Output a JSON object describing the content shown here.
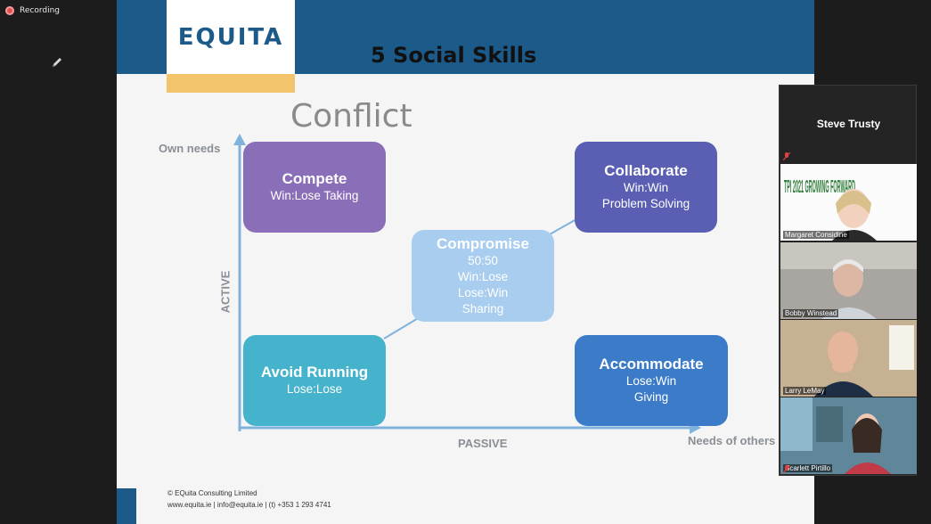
{
  "recording": {
    "label": "Recording"
  },
  "slide": {
    "logo": "EQUITA",
    "title": "5 Social Skills",
    "subtitle": "Conflict",
    "axes": {
      "own_needs": "Own needs",
      "needs_of_others": "Needs of others",
      "active": "ACTIVE",
      "passive": "PASSIVE"
    },
    "boxes": {
      "compete": {
        "title": "Compete",
        "lines": [
          "Win:Lose Taking"
        ]
      },
      "collaborate": {
        "title": "Collaborate",
        "lines": [
          "Win:Win",
          "Problem Solving"
        ]
      },
      "compromise": {
        "title": "Compromise",
        "lines": [
          "50:50",
          "Win:Lose",
          "Lose:Win",
          "Sharing"
        ]
      },
      "avoid": {
        "title": "Avoid Running",
        "lines": [
          "Lose:Lose"
        ]
      },
      "accommodate": {
        "title": "Accommodate",
        "lines": [
          "Lose:Win",
          "Giving"
        ]
      }
    },
    "footer": {
      "line1": "© EQuita Consulting Limited",
      "line2": "www.equita.ie  |  info@equita.ie  |  (t) +353 1 293 4741"
    }
  },
  "participants": {
    "speaker": "Steve Trusty",
    "tiles": [
      {
        "name": "Margaret Considine",
        "background_text": "TPI 2021 GROWING FORWARD"
      },
      {
        "name": "Bobby Winstead"
      },
      {
        "name": "Larry LeMay"
      },
      {
        "name": "Scarlett Pirtillo"
      }
    ]
  },
  "colors": {
    "header_blue": "#1c5a8a",
    "logo_gold": "#f2c46b",
    "compete": "#8a6fb8",
    "collaborate": "#5a5fb4",
    "compromise": "#a9cdee",
    "avoid": "#45b3cc",
    "accommodate": "#3c7bc7",
    "axis": "#7fb3de"
  }
}
